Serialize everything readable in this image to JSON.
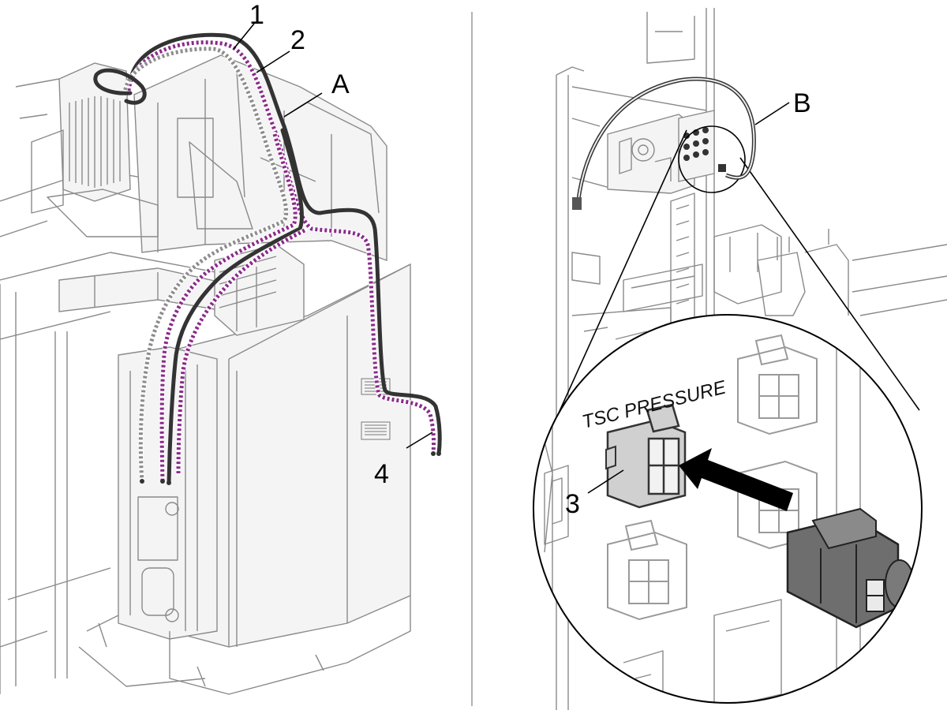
{
  "colors": {
    "cable_black": "#333333",
    "cable_purple": "#8a2a8a",
    "cable_gray": "#8c8c8c",
    "line_art": "#8a8a8a",
    "connector_dark": "#6e6e6e",
    "arrow": "#000000",
    "divider": "#999999"
  },
  "left_panel": {
    "callouts": {
      "label_1": "1",
      "label_2": "2",
      "label_A": "A",
      "label_4": "4"
    }
  },
  "right_panel": {
    "callouts": {
      "label_B": "B",
      "label_3": "3"
    },
    "connector_text": "TSC PRESSURE",
    "icons": [
      "insert-arrow-icon",
      "magnifier-circle-icon"
    ]
  }
}
